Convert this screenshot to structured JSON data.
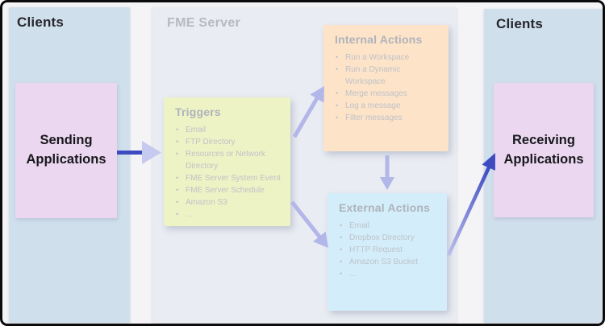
{
  "left_panel": {
    "title": "Clients",
    "app_box_label": "Sending Applications"
  },
  "server_panel": {
    "title": "FME Server",
    "triggers": {
      "title": "Triggers",
      "items": [
        "Email",
        "FTP Directory",
        "Resources or Network Directory",
        "FME Server System Event",
        "FME Server Schedule",
        "Amazon S3",
        "..."
      ]
    },
    "internal_actions": {
      "title": "Internal Actions",
      "items": [
        "Run a Workspace",
        "Run a Dynamic Workspace",
        "Merge messages",
        "Log a message",
        "Filter messages"
      ]
    },
    "external_actions": {
      "title": "External Actions",
      "items": [
        "Email",
        "Dropbox Directory",
        "HTTP Request",
        "Amazon S3 Bucket",
        "..."
      ]
    }
  },
  "right_panel": {
    "title": "Clients",
    "app_box_label": "Receiving Applications"
  },
  "colors": {
    "clients_panel_blue": "#cfdfeb",
    "application_box_pink": "#ecd7f0",
    "server_panel_gray": "#e9ecf2",
    "triggers_yellow": "#eef3c5",
    "internal_actions_peach": "#fde3c8",
    "external_actions_cyan": "#d3eefa",
    "arrow_lavender": "#b3b6e8",
    "arrow_indigo": "#3e4bc0",
    "muted_text_gray": "#b6b9c1"
  }
}
